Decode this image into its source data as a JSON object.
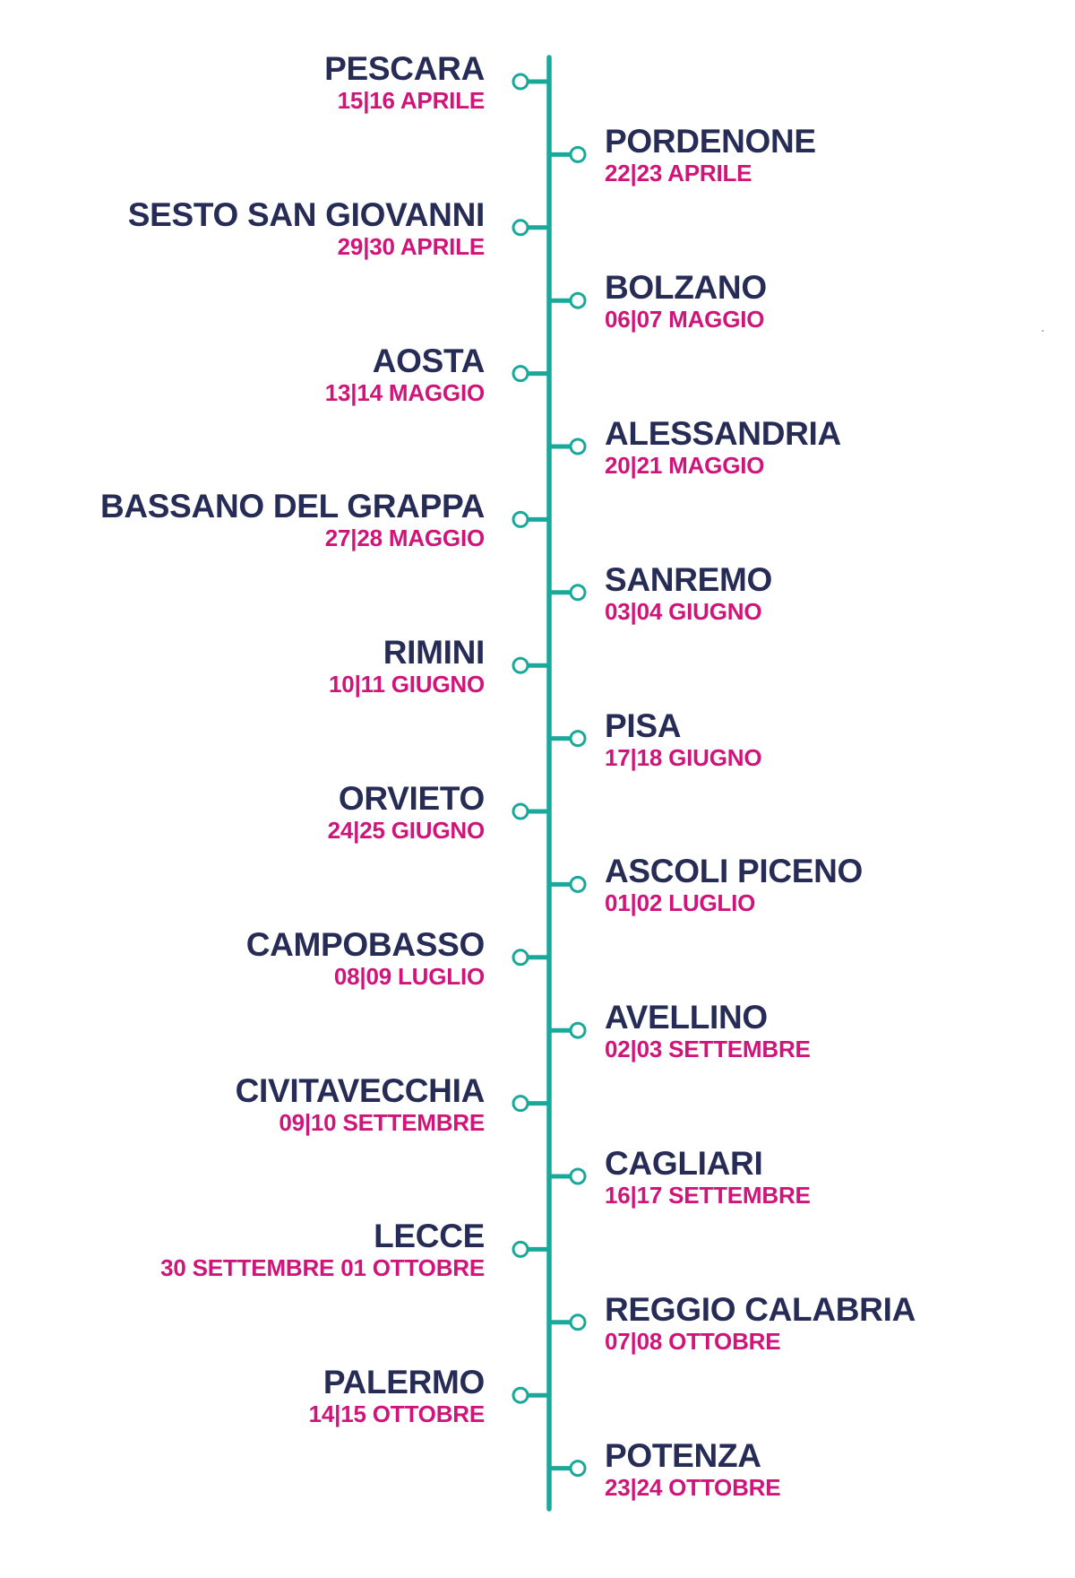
{
  "colors": {
    "line": "#18a99a",
    "city": "#262c55",
    "date": "#d0157a",
    "background": "#ffffff",
    "speck": "#9a9a9a"
  },
  "stops": [
    {
      "city": "PESCARA",
      "date": "15|16 APRILE",
      "side": "left"
    },
    {
      "city": "PORDENONE",
      "date": "22|23 APRILE",
      "side": "right"
    },
    {
      "city": "SESTO SAN GIOVANNI",
      "date": "29|30 APRILE",
      "side": "left"
    },
    {
      "city": "BOLZANO",
      "date": "06|07 MAGGIO",
      "side": "right"
    },
    {
      "city": "AOSTA",
      "date": "13|14 MAGGIO",
      "side": "left"
    },
    {
      "city": "ALESSANDRIA",
      "date": "20|21 MAGGIO",
      "side": "right"
    },
    {
      "city": "BASSANO DEL GRAPPA",
      "date": "27|28 MAGGIO",
      "side": "left"
    },
    {
      "city": "SANREMO",
      "date": "03|04 GIUGNO",
      "side": "right"
    },
    {
      "city": "RIMINI",
      "date": "10|11 GIUGNO",
      "side": "left"
    },
    {
      "city": "PISA",
      "date": "17|18 GIUGNO",
      "side": "right"
    },
    {
      "city": "ORVIETO",
      "date": "24|25 GIUGNO",
      "side": "left"
    },
    {
      "city": "ASCOLI PICENO",
      "date": "01|02 LUGLIO",
      "side": "right"
    },
    {
      "city": "CAMPOBASSO",
      "date": "08|09 LUGLIO",
      "side": "left"
    },
    {
      "city": "AVELLINO",
      "date": "02|03 SETTEMBRE",
      "side": "right"
    },
    {
      "city": "CIVITAVECCHIA",
      "date": "09|10 SETTEMBRE",
      "side": "left"
    },
    {
      "city": "CAGLIARI",
      "date": "16|17 SETTEMBRE",
      "side": "right"
    },
    {
      "city": "LECCE",
      "date": "30 SETTEMBRE 01 OTTOBRE",
      "side": "left"
    },
    {
      "city": "REGGIO CALABRIA",
      "date": "07|08 OTTOBRE",
      "side": "right"
    },
    {
      "city": "PALERMO",
      "date": "14|15 OTTOBRE",
      "side": "left"
    },
    {
      "city": "POTENZA",
      "date": "23|24 OTTOBRE",
      "side": "right"
    }
  ]
}
